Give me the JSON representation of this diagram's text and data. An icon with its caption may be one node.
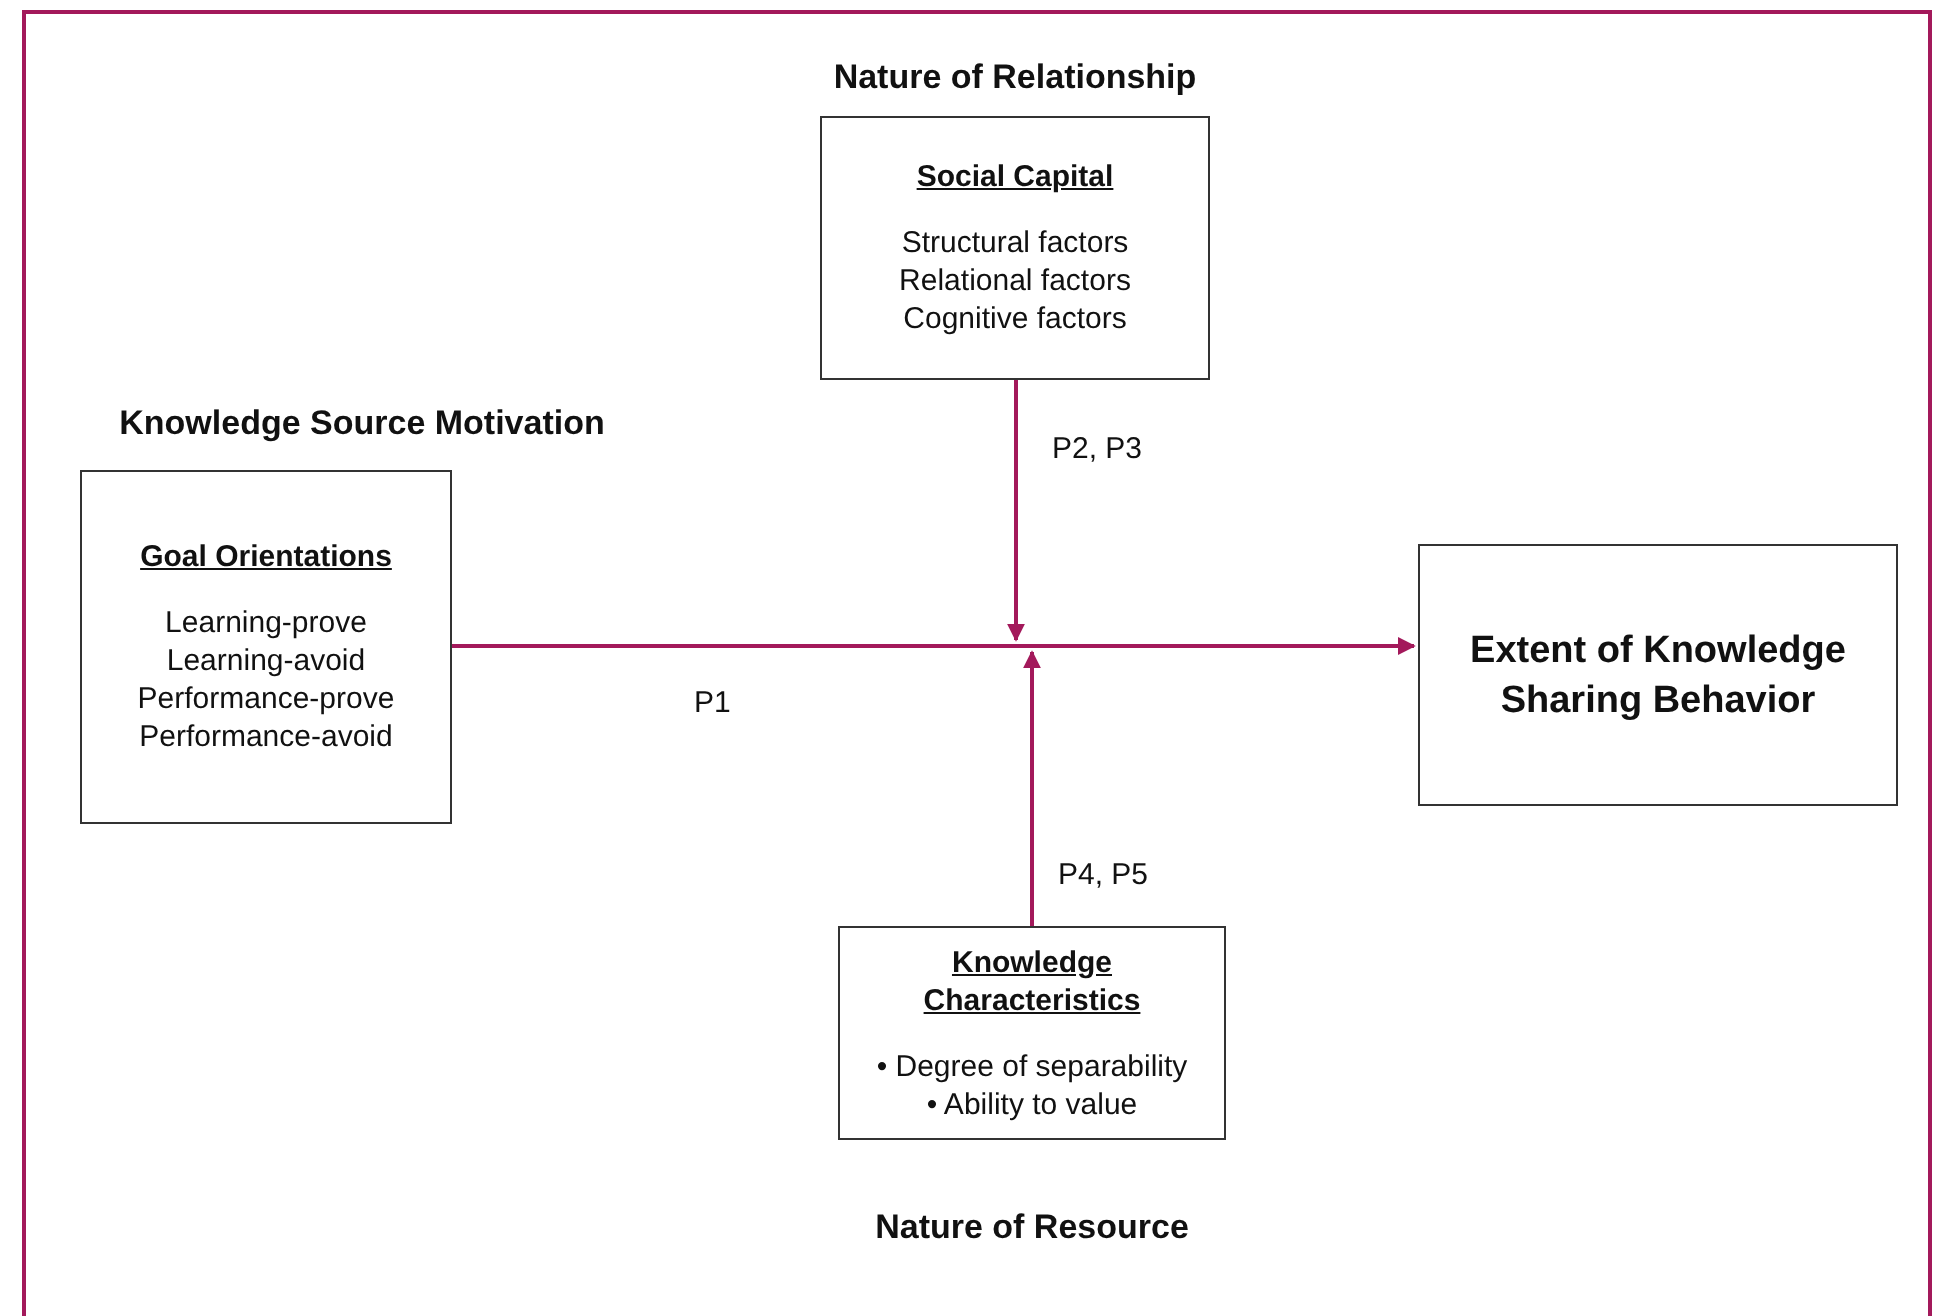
{
  "diagram": {
    "nodes": [
      {
        "text": [
          "Knowledge Source Motivation",
          "Goal Orientations",
          "Learning-prove",
          "Learning-avoid",
          "Performance-prove",
          "Performance-avoid"
        ]
      },
      {
        "text": [
          "Nature of Relationship",
          "Social Capital",
          "Structural factors",
          "Relational factors",
          "Cognitive factors"
        ]
      },
      {
        "text": [
          "Extent of Knowledge Sharing Behavior"
        ]
      },
      {
        "text": [
          "Knowledge Characteristics",
          "• Degree of separability",
          "• Ability to value",
          "Nature of Resource"
        ]
      }
    ],
    "edges": [
      {
        "from": 0,
        "to": 2,
        "arrow": "to",
        "label": "P1"
      },
      {
        "from": 1,
        "to": null,
        "arrow": "to",
        "label": "P2, P3"
      },
      {
        "from": 3,
        "to": null,
        "arrow": "to",
        "label": "P4, P5"
      }
    ]
  }
}
